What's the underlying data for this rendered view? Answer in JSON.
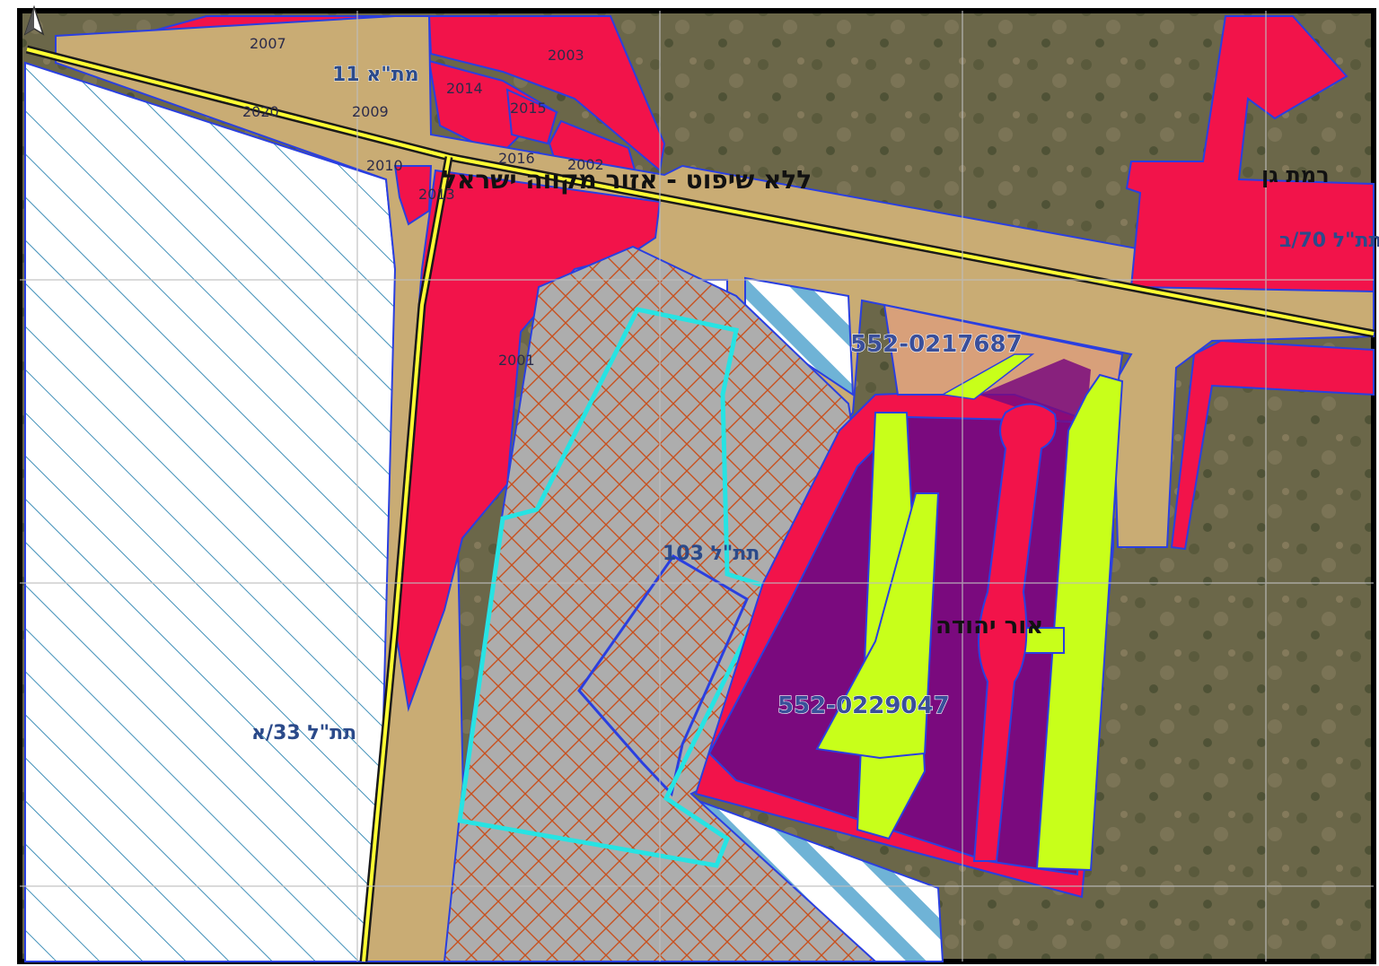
{
  "map": {
    "north_arrow": "north-arrow-icon",
    "labels": {
      "no_jurisdiction": "ללא שיפוט - אזור מקווה ישראל",
      "mta11": "מת\"א 11",
      "ramat_gan": "רמת גן",
      "tatl70b": "תת\"ל 70/ב",
      "plan_217687": "552-0217687",
      "tatl103": "תת\"ל 103",
      "or_yehuda": "אור יהודה",
      "plan_229047": "552-0229047",
      "tatl33a": "תת\"ל 33/א"
    },
    "parcels": {
      "p2007": "2007",
      "p2003": "2003",
      "p2014": "2014",
      "p2015": "2015",
      "p2009": "2009",
      "p2020": "2020",
      "p2016": "2016",
      "p2002": "2002",
      "p2010": "2010",
      "p2013": "2013",
      "p2001": "2001"
    },
    "colors": {
      "background_satellite": "#6e6a4e",
      "road": "#c9ac74",
      "commercial_red": "#f2134a",
      "purple_zone": "#7a0a7e",
      "green_strip": "#c8ff1a",
      "grey_hatched": "#adadad",
      "hatch_red": "#c8501e",
      "blue_hatch": "#4a9fc9",
      "cyan_outline": "#27e3e3",
      "outline_blue": "#2a3fe0",
      "highway_yellow": "#ffff33"
    }
  }
}
